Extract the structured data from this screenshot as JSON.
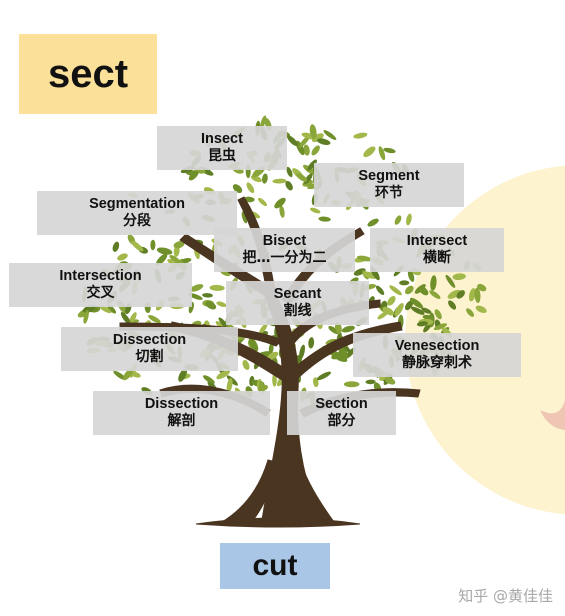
{
  "root_label": "sect",
  "base_label": "cut",
  "terms": [
    {
      "id": "insect",
      "en": "Insect",
      "zh": "昆虫"
    },
    {
      "id": "segment",
      "en": "Segment",
      "zh": "环节"
    },
    {
      "id": "segmentation",
      "en": "Segmentation",
      "zh": "分段"
    },
    {
      "id": "bisect",
      "en": "Bisect",
      "zh": "把…一分为二"
    },
    {
      "id": "intersect",
      "en": "Intersect",
      "zh": "横断"
    },
    {
      "id": "intersection",
      "en": "Intersection",
      "zh": "交叉"
    },
    {
      "id": "secant",
      "en": "Secant",
      "zh": "割线"
    },
    {
      "id": "dissection-1",
      "en": "Dissection",
      "zh": "切割"
    },
    {
      "id": "venesection",
      "en": "Venesection",
      "zh": "静脉穿刺术"
    },
    {
      "id": "dissection-2",
      "en": "Dissection",
      "zh": "解剖"
    },
    {
      "id": "section",
      "en": "Section",
      "zh": "部分"
    }
  ],
  "watermark": "知乎 @黄佳佳",
  "colors": {
    "root_box": "#fbe09a",
    "base_box": "#a9c6e6",
    "term_box": "#d6d6d6",
    "trunk": "#4a3520",
    "leaf": "#7f9a35"
  }
}
